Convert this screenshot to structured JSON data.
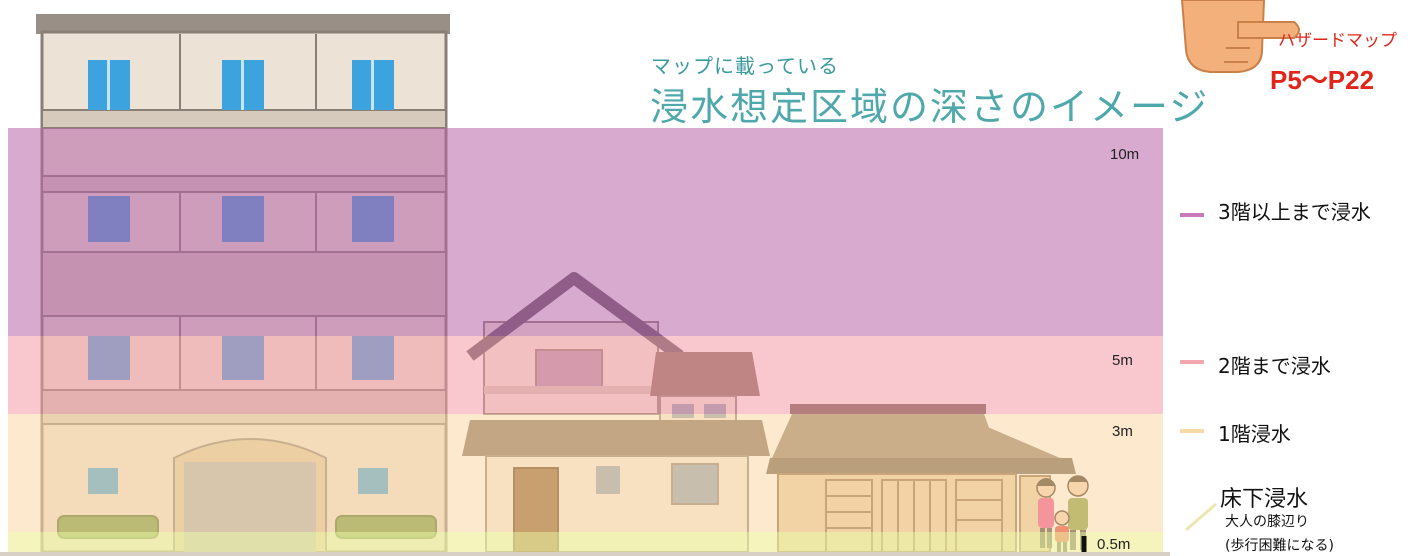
{
  "heading": {
    "subtitle": "マップに載っている",
    "title": "浸水想定区域の深さのイメージ"
  },
  "hazard_badge": {
    "label": "ハザードマップ",
    "pages": "P5〜P22",
    "icon": "pointing-hand-icon"
  },
  "depth_levels": [
    {
      "depth": "10m",
      "description": "3階以上まで浸水",
      "color": "#c97ab8"
    },
    {
      "depth": "5m",
      "description": "2階まで浸水",
      "color": "#f2a6ad"
    },
    {
      "depth": "3m",
      "description": "1階浸水",
      "color": "#f8d8a8"
    },
    {
      "depth": "0.5m",
      "description": "床下浸水",
      "note_line1": "大人の膝辺り",
      "note_line2": "(歩行困難になる)",
      "color": "#f2f2b4"
    }
  ]
}
